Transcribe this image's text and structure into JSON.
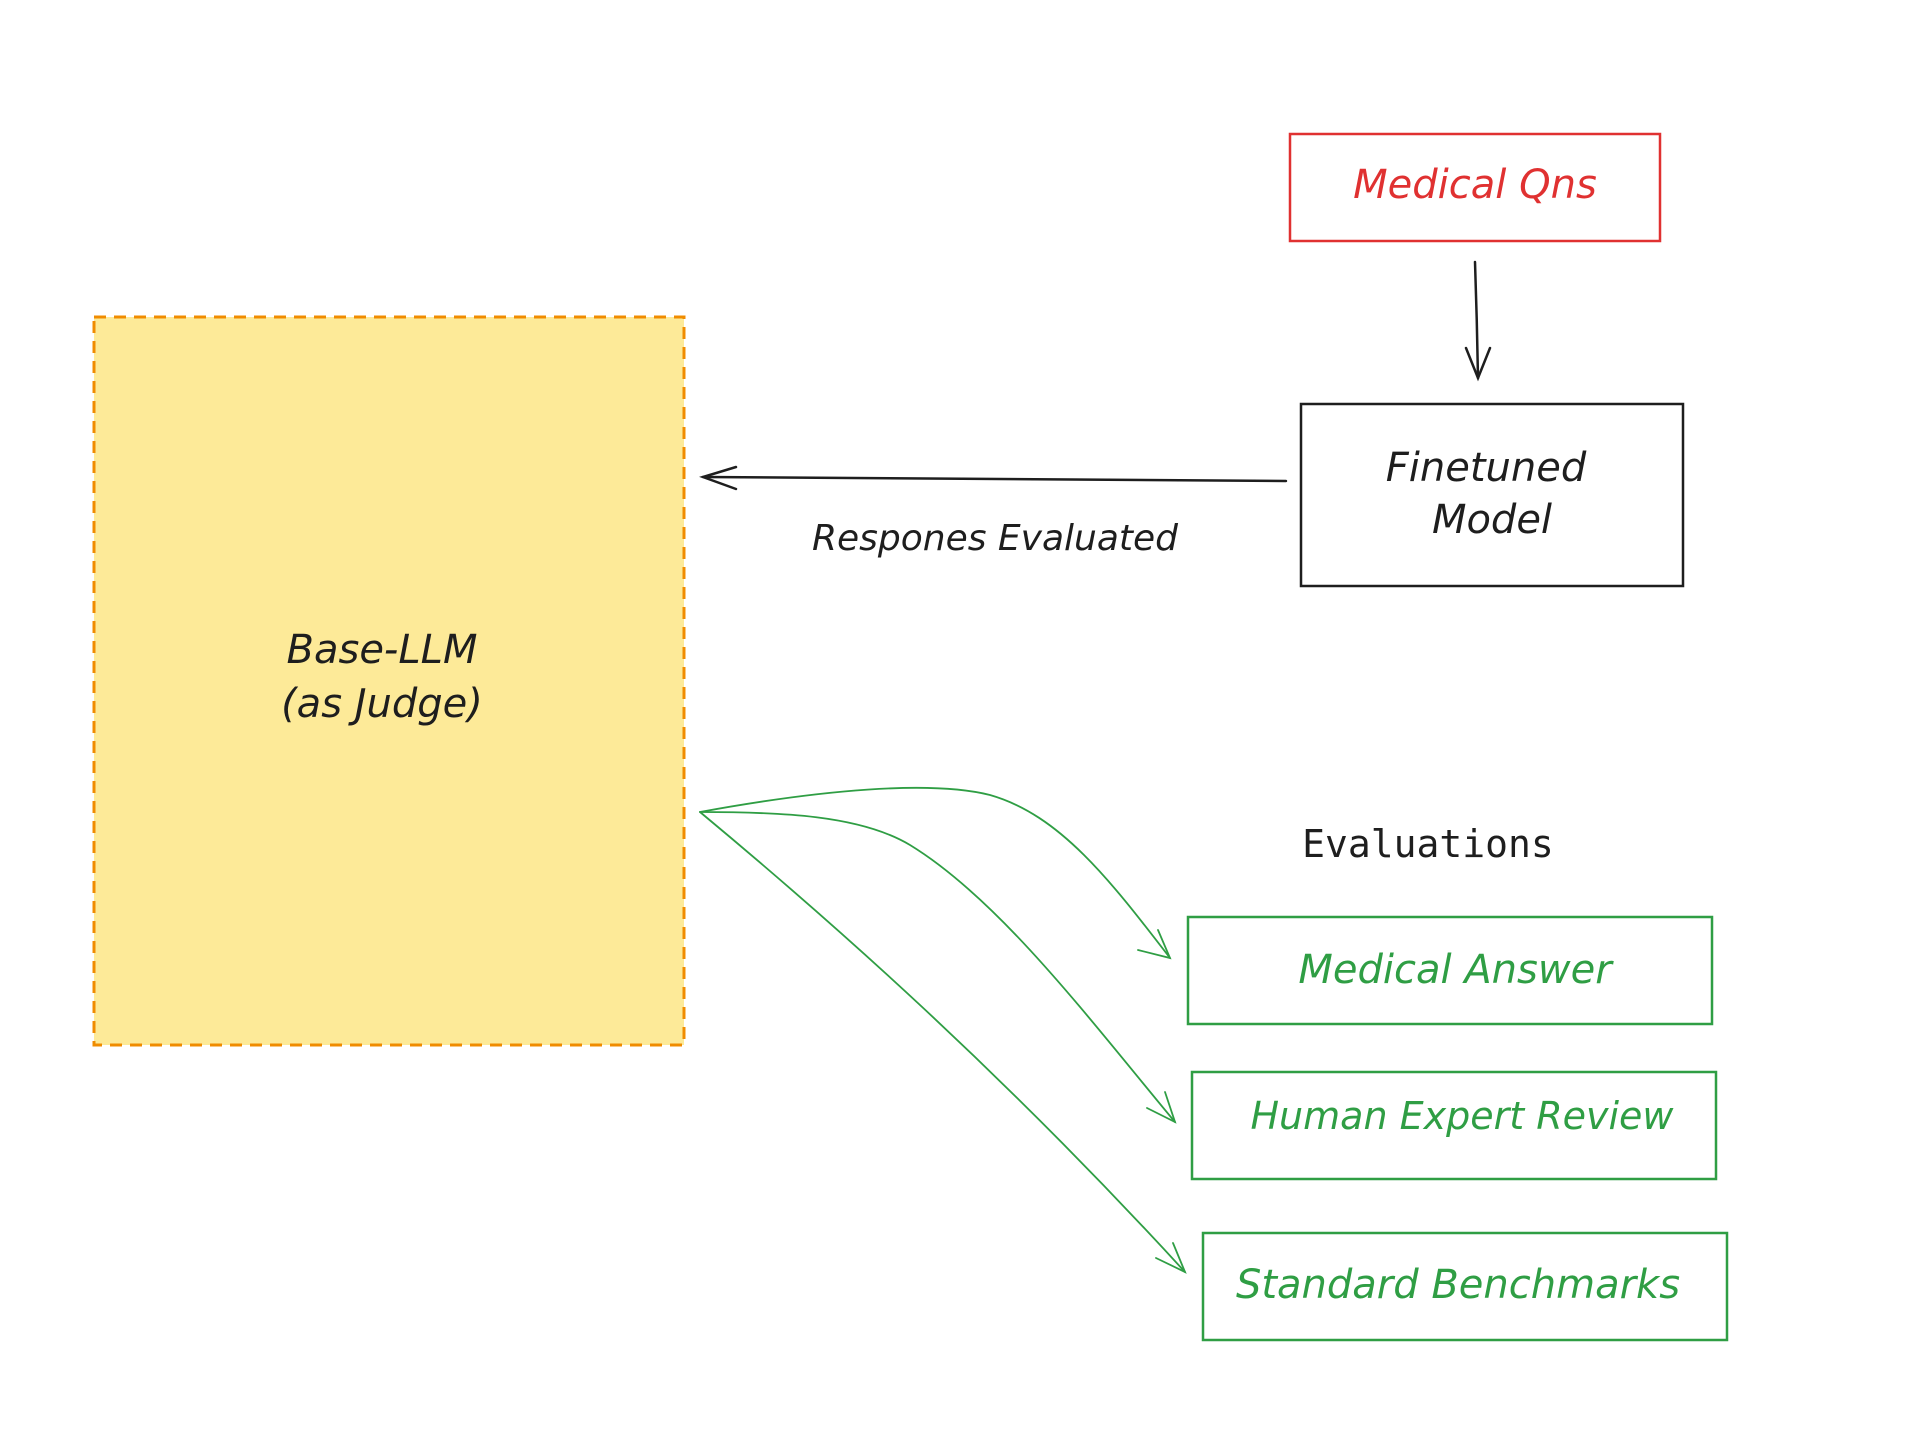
{
  "nodes": {
    "medical_qns": {
      "label": "Medical Qns",
      "color": "#e03131"
    },
    "finetuned_model": {
      "line1": "Finetuned",
      "line2": "Model",
      "color": "#1e1e1e"
    },
    "base_llm": {
      "line1": "Base-LLM",
      "line2": "(as Judge)",
      "fill": "#fdea98",
      "border": "#f08c00"
    },
    "evaluations_heading": {
      "label": "Evaluations"
    },
    "medical_answer": {
      "label": "Medical Answer",
      "color": "#2f9e44"
    },
    "human_expert_review": {
      "label": "Human Expert Review",
      "color": "#2f9e44"
    },
    "standard_benchmarks": {
      "label": "Standard Benchmarks",
      "color": "#2f9e44"
    }
  },
  "edges": {
    "responses_label": "Respones Evaluated"
  },
  "colors": {
    "ink": "#1e1e1e",
    "red": "#e03131",
    "green": "#2f9e44",
    "yellow_fill": "#fdea98",
    "orange_border": "#f08c00"
  }
}
